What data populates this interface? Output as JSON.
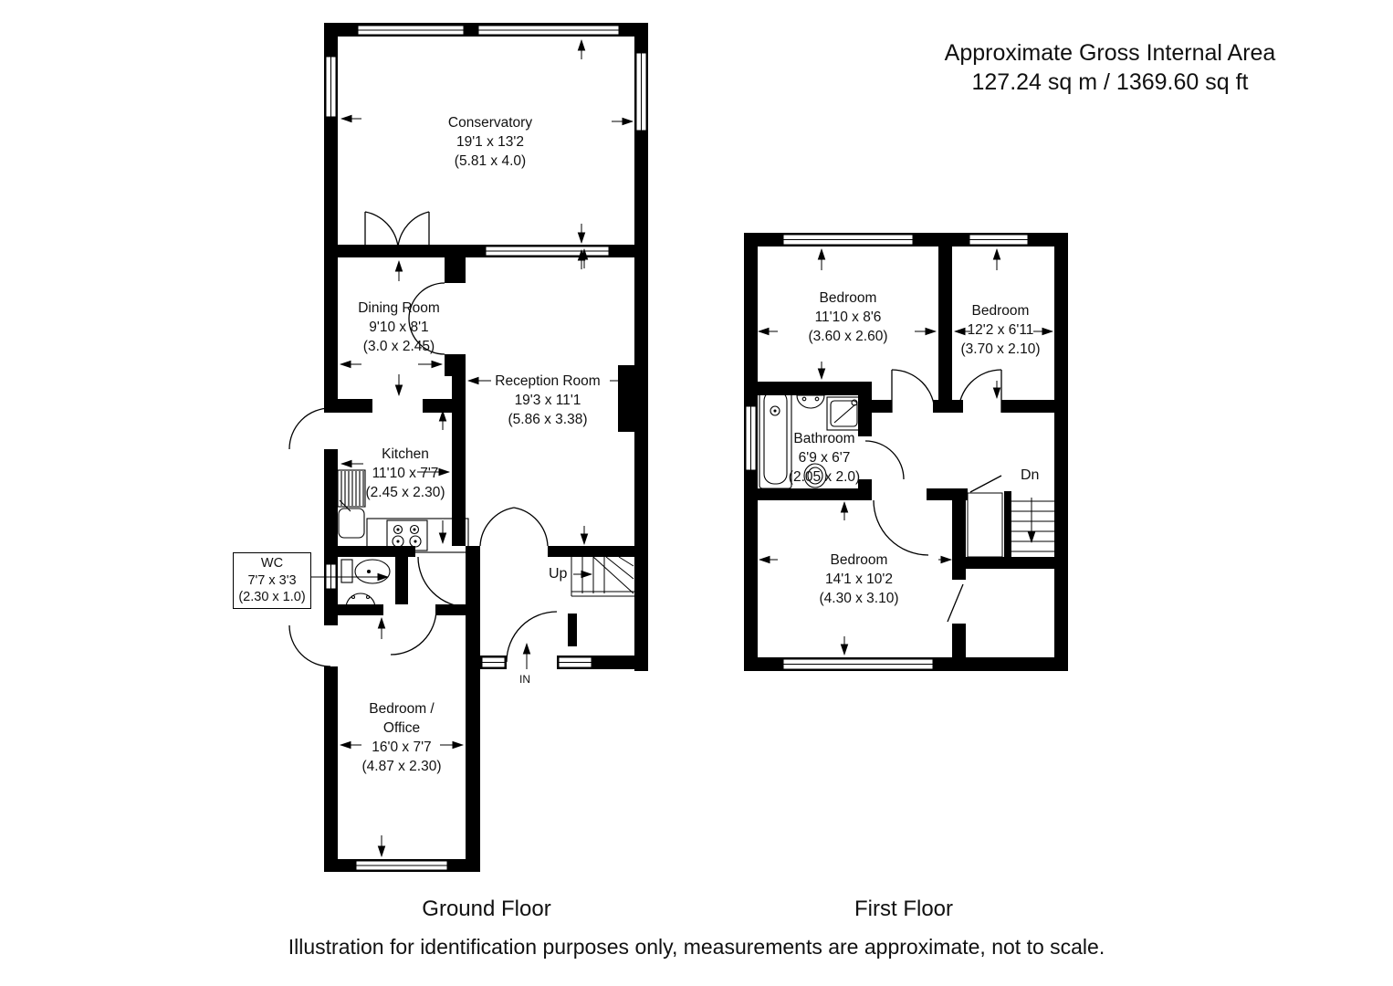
{
  "header": {
    "line1": "Approximate Gross Internal Area",
    "line2": "127.24 sq m / 1369.60 sq ft"
  },
  "ground_floor": {
    "label": "Ground Floor",
    "rooms": [
      {
        "name": "Conservatory",
        "imperial": "19'1 x 13'2",
        "metric": "(5.81 x 4.0)"
      },
      {
        "name": "Dining Room",
        "imperial": "9'10 x 8'1",
        "metric": "(3.0 x 2.45)"
      },
      {
        "name": "Reception Room",
        "imperial": "19'3 x 11'1",
        "metric": "(5.86 x 3.38)"
      },
      {
        "name": "Kitchen",
        "imperial": "11'10 x 7'7",
        "metric": "(2.45 x 2.30)"
      },
      {
        "name": "WC",
        "imperial": "7'7 x 3'3",
        "metric": "(2.30 x 1.0)"
      },
      {
        "name": "Bedroom / Office",
        "imperial": "16'0 x 7'7",
        "metric": "(4.87 x 2.30)"
      }
    ],
    "stairs_label": "Up",
    "entrance_label": "IN"
  },
  "first_floor": {
    "label": "First Floor",
    "rooms": [
      {
        "name": "Bedroom",
        "imperial": "11'10 x 8'6",
        "metric": "(3.60 x 2.60)"
      },
      {
        "name": "Bedroom",
        "imperial": "12'2 x 6'11",
        "metric": "(3.70 x 2.10)"
      },
      {
        "name": "Bathroom",
        "imperial": "6'9 x 6'7",
        "metric": "(2.05 x 2.0)"
      },
      {
        "name": "Bedroom",
        "imperial": "14'1 x 10'2",
        "metric": "(4.30 x 3.10)"
      }
    ],
    "stairs_label": "Dn"
  },
  "footer": {
    "disclaimer": "Illustration for identification purposes only, measurements are approximate, not to scale."
  },
  "colors": {
    "wall": "#000000",
    "background": "#ffffff",
    "text": "#111111"
  }
}
